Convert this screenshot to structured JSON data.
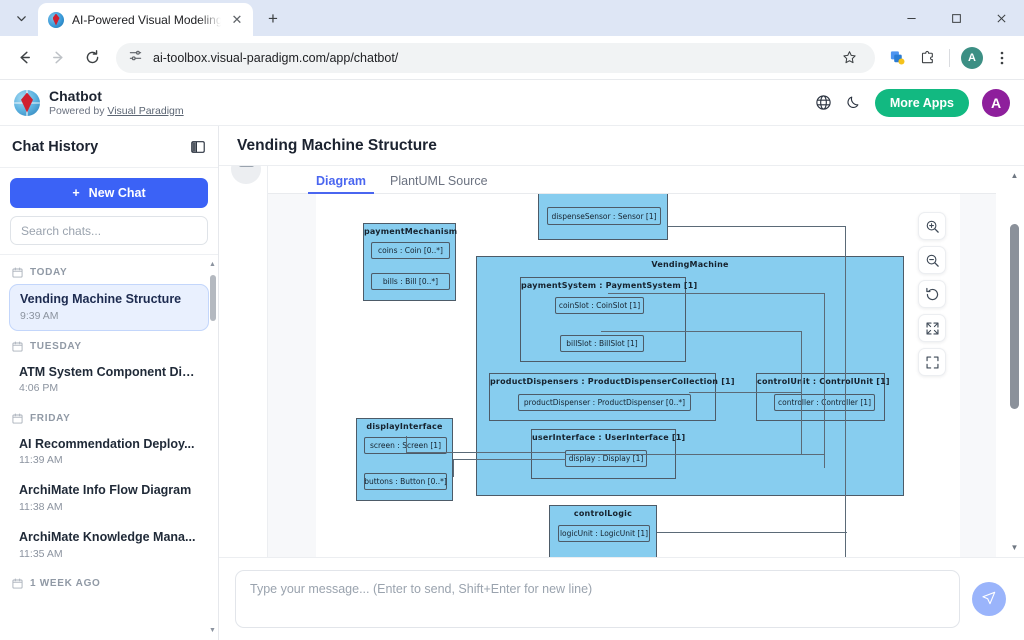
{
  "browser": {
    "tab": {
      "title": "AI-Powered Visual Modeling Ch",
      "close_label": "✕"
    },
    "new_tab_label": "+",
    "chevron_label": "⌄",
    "window": {
      "minimize": "─",
      "maximize": "□",
      "close": "✕"
    },
    "nav": {
      "back": "←",
      "forward": "→",
      "reload": "⟳"
    },
    "url": "ai-toolbox.visual-paradigm.com/app/chatbot/",
    "profile_initial": "A"
  },
  "header": {
    "brand_title": "Chatbot",
    "brand_powered_prefix": "Powered by ",
    "brand_powered_link": "Visual Paradigm",
    "more_apps_label": "More Apps",
    "avatar_initial": "A"
  },
  "sidebar": {
    "title": "Chat History",
    "new_chat_label": "New Chat",
    "new_chat_plus": "+",
    "search_placeholder": "Search chats...",
    "groups": [
      {
        "label": "TODAY",
        "items": [
          {
            "title": "Vending Machine Structure",
            "time": "9:39 AM",
            "active": true
          }
        ]
      },
      {
        "label": "TUESDAY",
        "items": [
          {
            "title": "ATM System Component Dia...",
            "time": "4:06 PM",
            "active": false
          }
        ]
      },
      {
        "label": "FRIDAY",
        "items": [
          {
            "title": "AI Recommendation Deploy...",
            "time": "11:39 AM",
            "active": false
          },
          {
            "title": "ArchiMate Info Flow Diagram",
            "time": "11:38 AM",
            "active": false
          },
          {
            "title": "ArchiMate Knowledge Mana...",
            "time": "11:35 AM",
            "active": false
          }
        ]
      },
      {
        "label": "1 WEEK AGO",
        "items": []
      }
    ]
  },
  "main": {
    "title": "Vending Machine Structure",
    "tabs": [
      {
        "label": "Diagram",
        "active": true
      },
      {
        "label": "PlantUML Source",
        "active": false
      }
    ],
    "zoom_tools": [
      {
        "name": "zoom-in"
      },
      {
        "name": "zoom-out"
      },
      {
        "name": "reset-zoom"
      },
      {
        "name": "fit-screen"
      },
      {
        "name": "fullscreen"
      }
    ]
  },
  "diagram": {
    "colors": {
      "fill": "#87cdef",
      "stroke": "#4d5b68",
      "line": "#5b6a77"
    },
    "blocks": [
      {
        "id": "sensorGroup",
        "label": "",
        "ports": [
          {
            "text": "dispenseSensor : Sensor [1]"
          }
        ]
      },
      {
        "id": "paymentMechanism",
        "label": "paymentMechanism",
        "ports": [
          {
            "text": "coins : Coin [0..*]"
          },
          {
            "text": "bills : Bill [0..*]"
          }
        ]
      },
      {
        "id": "VendingMachine",
        "label": "VendingMachine",
        "children": [
          {
            "id": "paymentSystem",
            "label": "paymentSystem : PaymentSystem [1]",
            "ports": [
              {
                "text": "coinSlot : CoinSlot [1]"
              },
              {
                "text": "billSlot : BillSlot [1]"
              }
            ]
          },
          {
            "id": "productDispensers",
            "label": "productDispensers : ProductDispenserCollection [1]",
            "ports": [
              {
                "text": "productDispenser : ProductDispenser [0..*]"
              }
            ]
          },
          {
            "id": "controlUnit",
            "label": "controlUnit : ControlUnit [1]",
            "ports": [
              {
                "text": "controller : Controller [1]"
              }
            ]
          },
          {
            "id": "userInterface",
            "label": "userInterface : UserInterface [1]",
            "ports": [
              {
                "text": "display : Display [1]"
              }
            ]
          }
        ]
      },
      {
        "id": "displayInterface",
        "label": "displayInterface",
        "ports": [
          {
            "text": "screen : Screen [1]"
          },
          {
            "text": "buttons : Button [0..*]"
          }
        ]
      },
      {
        "id": "controlLogic",
        "label": "controlLogic",
        "ports": [
          {
            "text": "logicUnit : LogicUnit [1]"
          }
        ]
      }
    ]
  },
  "composer": {
    "placeholder": "Type your message... (Enter to send, Shift+Enter for new line)",
    "value": ""
  }
}
